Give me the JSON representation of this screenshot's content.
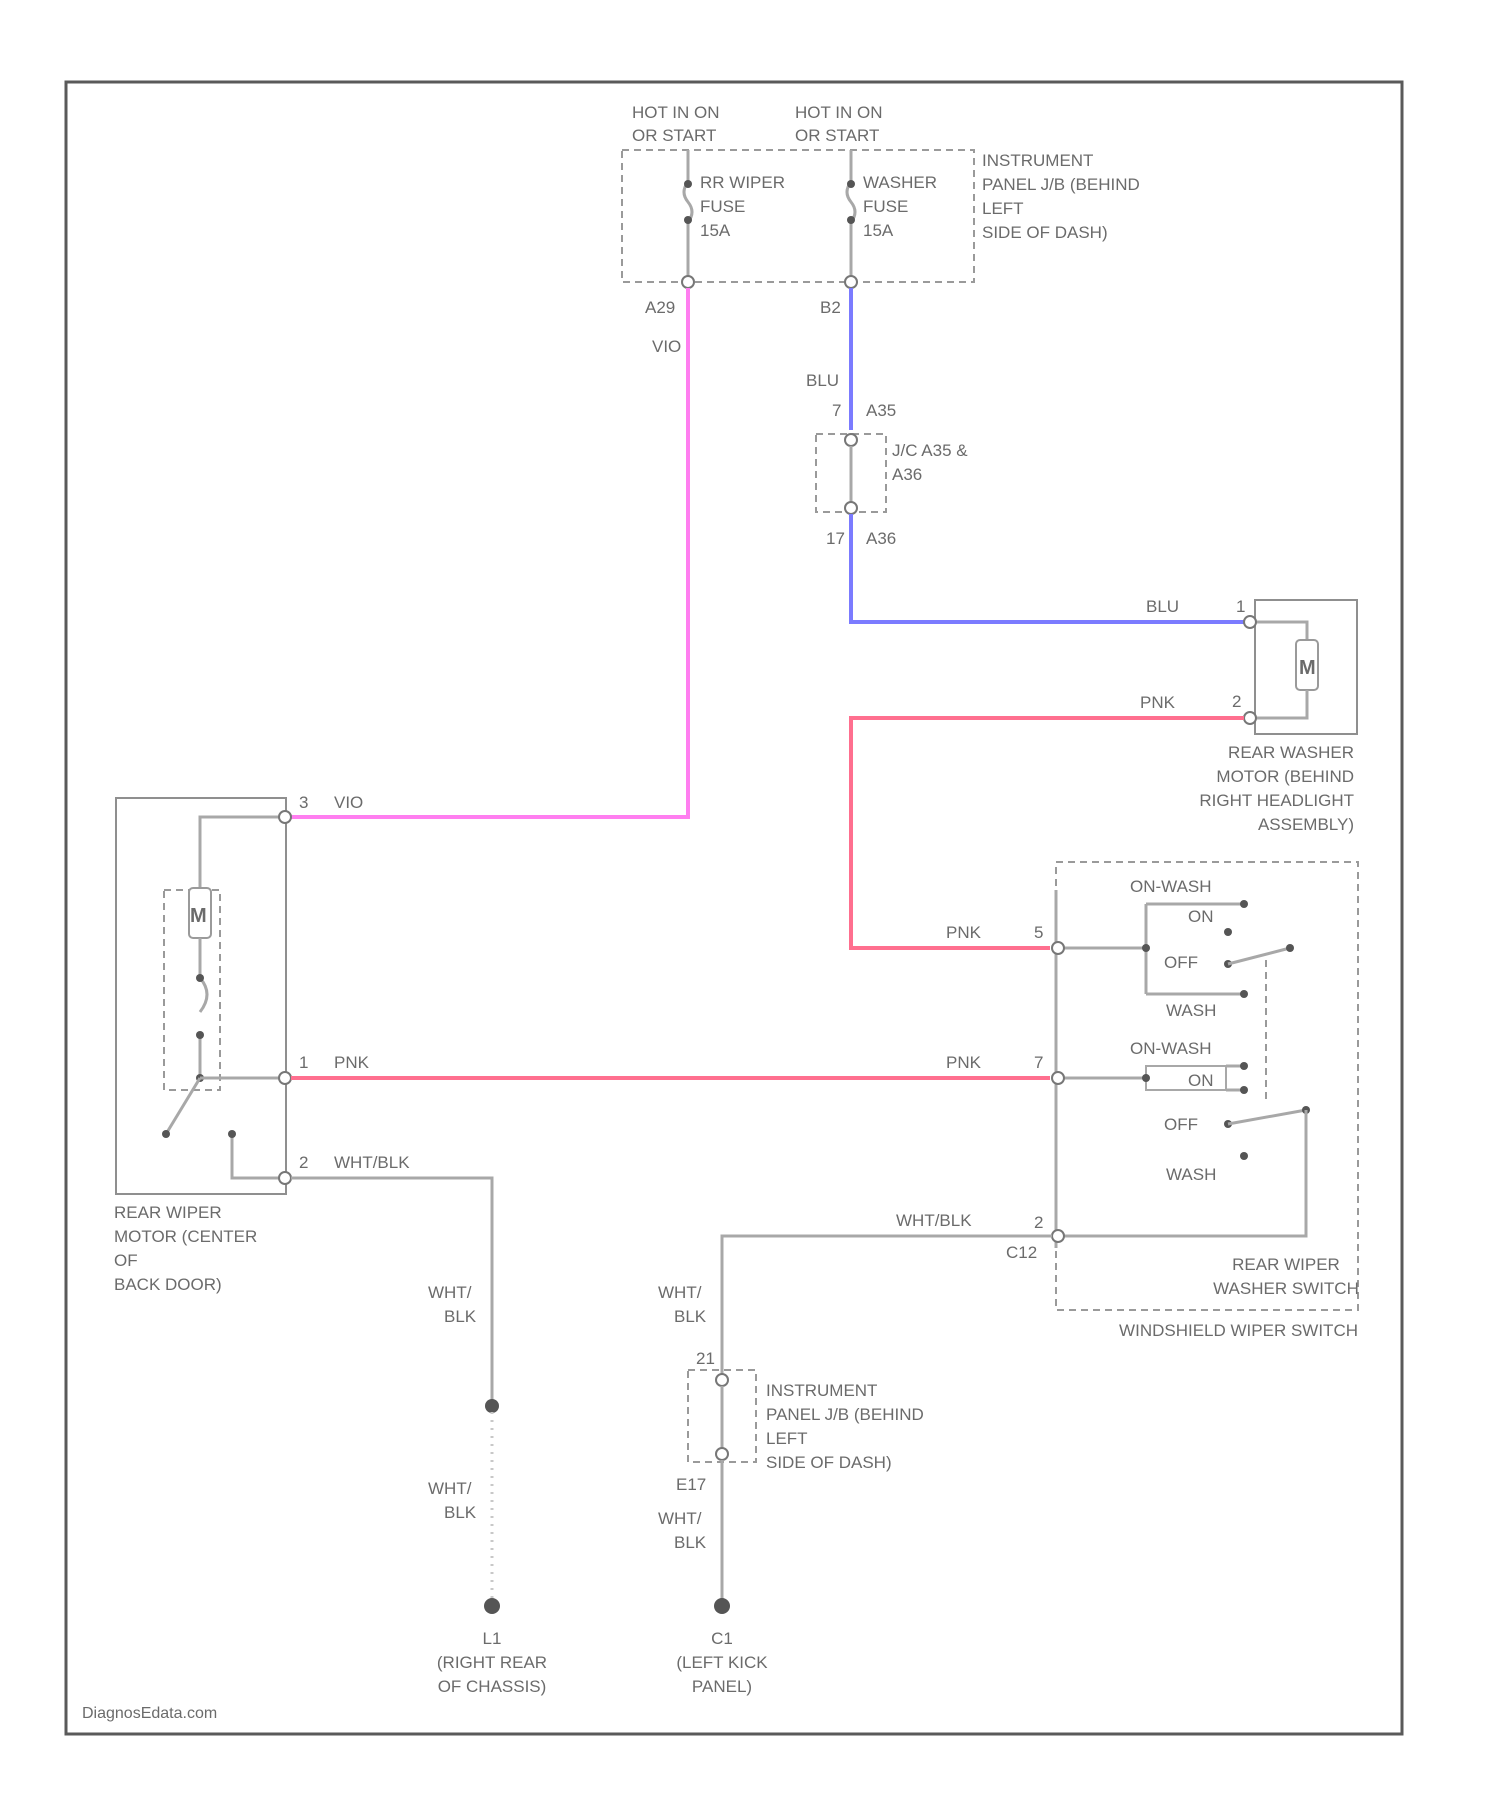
{
  "fuses": {
    "feed_left": [
      "HOT IN ON",
      "OR START"
    ],
    "feed_right": [
      "HOT IN ON",
      "OR START"
    ],
    "rr_wiper_fuse": [
      "RR WIPER",
      "FUSE",
      "15A"
    ],
    "washer_fuse": [
      "WASHER",
      "FUSE",
      "15A"
    ],
    "panel_label": [
      "INSTRUMENT",
      "PANEL J/B (BEHIND",
      "LEFT",
      "SIDE OF DASH)"
    ],
    "pin_left": "A29",
    "pin_right": "B2"
  },
  "wires": {
    "vio": "VIO",
    "blu": "BLU",
    "pnk": "PNK",
    "wht_blk": "WHT/BLK",
    "wht": "WHT/",
    "blk": "BLK"
  },
  "junction": {
    "pin_top_num": "7",
    "pin_top": "A35",
    "label": [
      "J/C A35 &",
      "A36"
    ],
    "pin_bottom_num": "17",
    "pin_bottom": "A36"
  },
  "washer_motor": {
    "symbol": "M",
    "pin1": "1",
    "pin2": "2",
    "label": [
      "REAR WASHER",
      "MOTOR (BEHIND",
      "RIGHT HEADLIGHT",
      "ASSEMBLY)"
    ]
  },
  "wiper_motor": {
    "symbol": "M",
    "pin3": "3",
    "pin1": "1",
    "pin2": "2",
    "label": [
      "REAR WIPER",
      "MOTOR (CENTER",
      "OF",
      "BACK DOOR)"
    ]
  },
  "switch": {
    "upper": {
      "on_wash": "ON-WASH",
      "on": "ON",
      "off": "OFF",
      "wash": "WASH",
      "pin": "5"
    },
    "lower": {
      "on_wash": "ON-WASH",
      "on": "ON",
      "off": "OFF",
      "wash": "WASH",
      "pin": "7"
    },
    "ground_pin": "2",
    "connector": "C12",
    "label": [
      "REAR WIPER",
      "WASHER SWITCH"
    ],
    "assembly": "WINDSHIELD WIPER SWITCH"
  },
  "jb_ground": {
    "pin_top": "21",
    "pin_bottom": "E17",
    "label": [
      "INSTRUMENT",
      "PANEL J/B (BEHIND",
      "LEFT",
      "SIDE OF DASH)"
    ]
  },
  "grounds": {
    "g_right_id": "L1",
    "g_right_label": [
      "(RIGHT REAR",
      "OF CHASSIS)"
    ],
    "g_left_id": "C1",
    "g_left_label": [
      "(LEFT KICK",
      "PANEL)"
    ]
  },
  "watermark": "DiagnosEdata.com",
  "colors": {
    "vio_wire": "#ff7ef0",
    "blu_wire": "#7b7bff",
    "pnk_wire": "#ff6f8f",
    "gray_wire": "#a8a8a8"
  }
}
